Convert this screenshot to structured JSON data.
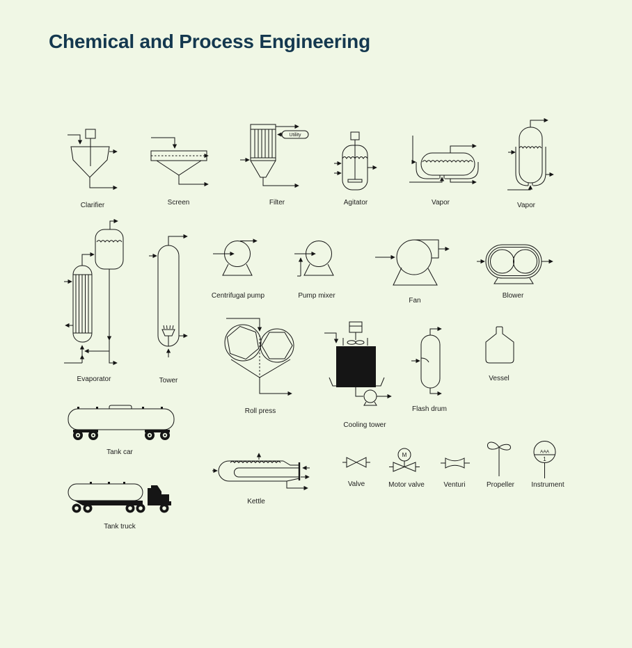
{
  "page": {
    "title": "Chemical and Process Engineering",
    "background_color": "#f0f7e5",
    "title_color": "#14384f",
    "line_color": "#151515"
  },
  "symbols": {
    "clarifier": {
      "label": "Clarifier",
      "icon": "clarifier-icon"
    },
    "screen": {
      "label": "Screen",
      "icon": "screen-icon"
    },
    "filter": {
      "label": "Filter",
      "icon": "filter-icon",
      "utility_tag": "Utility"
    },
    "agitator": {
      "label": "Agitator",
      "icon": "agitator-icon"
    },
    "vapor_horizontal": {
      "label": "Vapor",
      "icon": "vapor-horizontal-icon"
    },
    "vapor_vertical": {
      "label": "Vapor",
      "icon": "vapor-vertical-icon"
    },
    "evaporator": {
      "label": "Evaporator",
      "icon": "evaporator-icon"
    },
    "tower": {
      "label": "Tower",
      "icon": "tower-icon"
    },
    "centrifugal_pump": {
      "label": "Centrifugal pump",
      "icon": "centrifugal-pump-icon"
    },
    "pump_mixer": {
      "label": "Pump mixer",
      "icon": "pump-mixer-icon"
    },
    "fan": {
      "label": "Fan",
      "icon": "fan-icon"
    },
    "blower": {
      "label": "Blower",
      "icon": "blower-icon"
    },
    "roll_press": {
      "label": "Roll press",
      "icon": "roll-press-icon"
    },
    "cooling_tower": {
      "label": "Cooling tower",
      "icon": "cooling-tower-icon"
    },
    "flash_drum": {
      "label": "Flash drum",
      "icon": "flash-drum-icon"
    },
    "vessel": {
      "label": "Vessel",
      "icon": "vessel-icon"
    },
    "tank_car": {
      "label": "Tank car",
      "icon": "tank-car-icon"
    },
    "kettle": {
      "label": "Kettle",
      "icon": "kettle-icon"
    },
    "valve": {
      "label": "Valve",
      "icon": "valve-icon"
    },
    "motor_valve": {
      "label": "Motor valve",
      "icon": "motor-valve-icon",
      "motor_letter": "M"
    },
    "venturi": {
      "label": "Venturi",
      "icon": "venturi-icon"
    },
    "propeller": {
      "label": "Propeller",
      "icon": "propeller-icon"
    },
    "instrument": {
      "label": "Instrument",
      "icon": "instrument-icon",
      "tag_line1": "AAA",
      "tag_line2": "1"
    },
    "tank_truck": {
      "label": "Tank truck",
      "icon": "tank-truck-icon"
    }
  }
}
